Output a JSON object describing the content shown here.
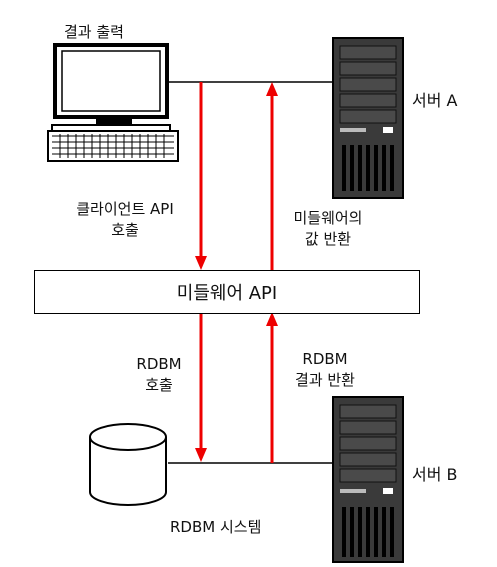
{
  "middleware_box": {
    "label": "미들웨어 API"
  },
  "client": {
    "caption": "결과 출력"
  },
  "server_a": {
    "label": "서버 A"
  },
  "server_b": {
    "label": "서버 B"
  },
  "database": {
    "caption": "RDBM 시스템"
  },
  "arrows": {
    "client_call": [
      "클라이언트 API",
      "호출"
    ],
    "middleware_return": [
      "미들웨어의",
      "값 반환"
    ],
    "rdbm_call": [
      "RDBM",
      "호출"
    ],
    "rdbm_return": [
      "RDBM",
      "결과 반환"
    ]
  },
  "colors": {
    "arrow": "#ee0000",
    "line": "#000000",
    "device_dark": "#3a3a3a"
  }
}
